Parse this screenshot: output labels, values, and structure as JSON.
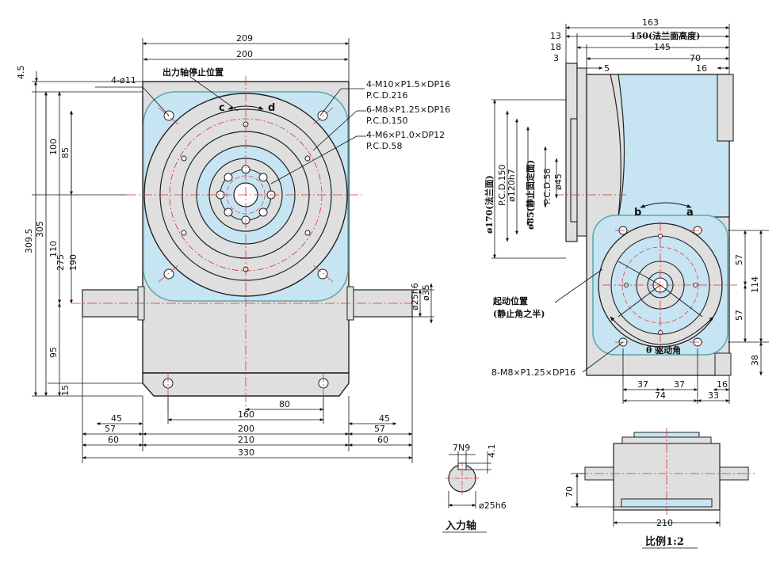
{
  "colors": {
    "body": "#dfdfdf",
    "blue": "#c7e4f3",
    "outline": "#222222",
    "center": "#e0312e",
    "teal": "#5aa6a8"
  },
  "front": {
    "dims": {
      "top_209": "209",
      "top_200": "200",
      "left_45": "4.5",
      "hole_4_11": "4-ø11",
      "d309": "309.5",
      "d305": "305",
      "d275": "275",
      "d190": "190",
      "d110": "110",
      "d100": "100",
      "d85": "85",
      "d95": "95",
      "d15": "15",
      "bot_45": "45",
      "bot_57": "57",
      "bot_60": "60",
      "bot_160": "160",
      "bot_80": "80",
      "bot_200": "200",
      "bot_210": "210",
      "bot_330": "330",
      "bot_45r": "45",
      "bot_57r": "57",
      "bot_60r": "60",
      "shaft_25": "ø25h6",
      "shaft_35": "ø35"
    },
    "labels": {
      "stop_pos": "出力轴停止位置",
      "c": "c",
      "d": "d",
      "m10": "4-M10×P1.5×DP16",
      "pcd216": "P.C.D.216",
      "m8": "6-M8×P1.25×DP16",
      "pcd150": "P.C.D.150",
      "m6": "4-M6×P1.0×DP12",
      "pcd58": "P.C.D.58"
    }
  },
  "side": {
    "dims": {
      "d163": "163",
      "d13": "13",
      "d150": "150(法兰面高度)",
      "d18": "18",
      "d145": "145",
      "d3": "3",
      "d5": "5",
      "d70": "70",
      "d16t": "16",
      "d170": "ø170(法兰面)",
      "pcd150": "P.C.D.150",
      "d120": "ø120h7",
      "d85": "ø85(静止固定面)",
      "pcd58": "P.C.D.58",
      "d45": "ø45",
      "d57a": "57",
      "d114": "114",
      "d57b": "57",
      "d38": "38",
      "d37a": "37",
      "d37b": "37",
      "d16b": "16",
      "d74": "74",
      "d33": "33"
    },
    "labels": {
      "b": "b",
      "a": "a",
      "start_pos": "起动位置",
      "half_angle": "(静止角之半)",
      "drive_angle": "θ 驱动角",
      "m8": "8-M8×P1.25×DP16"
    }
  },
  "input_shaft": {
    "key": "7N9",
    "depth": "4.1",
    "dia": "ø25h6",
    "title": "入力轴"
  },
  "bottom_view": {
    "d70": "70",
    "d210": "210",
    "scale": "比例1:2"
  }
}
